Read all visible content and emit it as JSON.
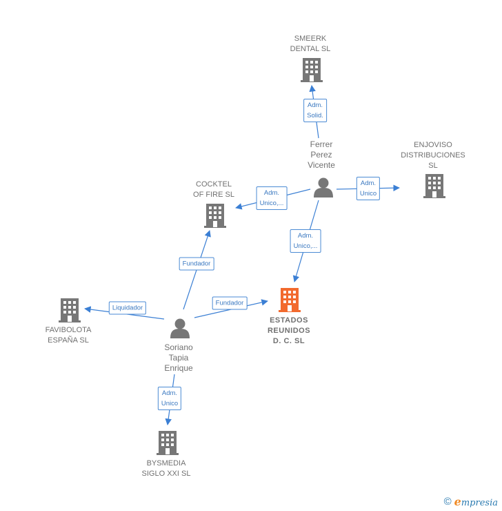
{
  "colors": {
    "edge": "#3b7fd4",
    "building": "#777777",
    "building_main": "#f26a2e",
    "person": "#777777"
  },
  "nodes": {
    "smeerk": {
      "label": "SMEERK\nDENTAL SL",
      "icon": "building-icon"
    },
    "enjoviso": {
      "label": "ENJOVISO\nDISTRIBUCIONES\nSL",
      "icon": "building-icon"
    },
    "cocktel": {
      "label": "COCKTEL\nOF FIRE SL",
      "icon": "building-icon"
    },
    "estados": {
      "label": "ESTADOS\nREUNIDOS\nD. C. SL",
      "icon": "building-icon"
    },
    "favibolota": {
      "label": "FAVIBOLOTA\nESPAÑA SL",
      "icon": "building-icon"
    },
    "bysmedia": {
      "label": "BYSMEDIA\nSIGLO XXI SL",
      "icon": "building-icon"
    },
    "ferrer": {
      "label": "Ferrer\nPerez\nVicente",
      "icon": "person-icon"
    },
    "soriano": {
      "label": "Soriano\nTapia\nEnrique",
      "icon": "person-icon"
    }
  },
  "edges": {
    "ferrer_smeerk": "Adm.\nSolid.",
    "ferrer_enjoviso": "Adm.\nUnico",
    "ferrer_cocktel": "Adm.\nUnico,...",
    "ferrer_estados": "Adm.\nUnico,...",
    "soriano_cocktel": "Fundador",
    "soriano_estados": "Fundador",
    "soriano_favibolota": "Liquidador",
    "soriano_bysmedia": "Adm.\nUnico"
  },
  "footer": {
    "copyright": "©",
    "brand_initial": "e",
    "brand_rest": "mpresia"
  }
}
